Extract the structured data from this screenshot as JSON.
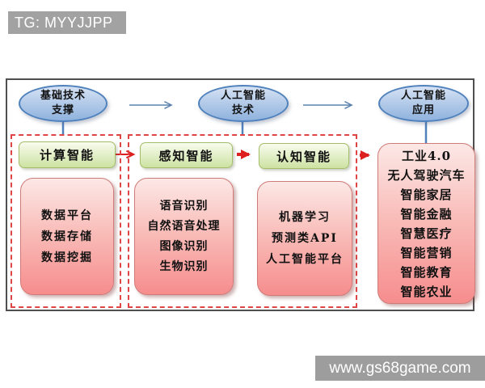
{
  "overlay": {
    "tg_label": "TG: MYYJJPP",
    "watermark": "www.gs68game.com"
  },
  "diagram": {
    "top_nodes": [
      {
        "line1": "基础技术",
        "line2": "支撑"
      },
      {
        "line1": "人工智能",
        "line2": "技术"
      },
      {
        "line1": "人工智能",
        "line2": "应用"
      }
    ],
    "stages": [
      {
        "header": "计算智能",
        "items": [
          "数据平台",
          "数据存储",
          "数据挖掘"
        ]
      },
      {
        "header": "感知智能",
        "items": [
          "语音识别",
          "自然语音处理",
          "图像识别",
          "生物识别"
        ]
      },
      {
        "header": "认知智能",
        "items": [
          "机器学习",
          "预测类API",
          "人工智能平台"
        ]
      }
    ],
    "applications": {
      "items": [
        "工业4.0",
        "无人驾驶汽车",
        "智能家居",
        "智能金融",
        "智慧医疗",
        "智能营销",
        "智能教育",
        "智能农业"
      ]
    },
    "colors": {
      "node_fill_top": "#d6e2f4",
      "node_fill_bottom": "#8fb2dd",
      "node_border": "#4f81bd",
      "stage_fill_top": "#f8fcee",
      "stage_fill_bottom": "#cde2a2",
      "stage_border": "#a4bd68",
      "card_fill_top": "#fce8e6",
      "card_fill_bottom": "#f68d8d",
      "card_border": "#cf7b78",
      "group_dashed_border": "#e04545",
      "flow_arrow_blue": "#5b82ad",
      "flow_arrow_red": "#dd1f1f",
      "frame_border": "#4f4f4f",
      "overlay_bar_bg": "#a2a2a2"
    }
  }
}
